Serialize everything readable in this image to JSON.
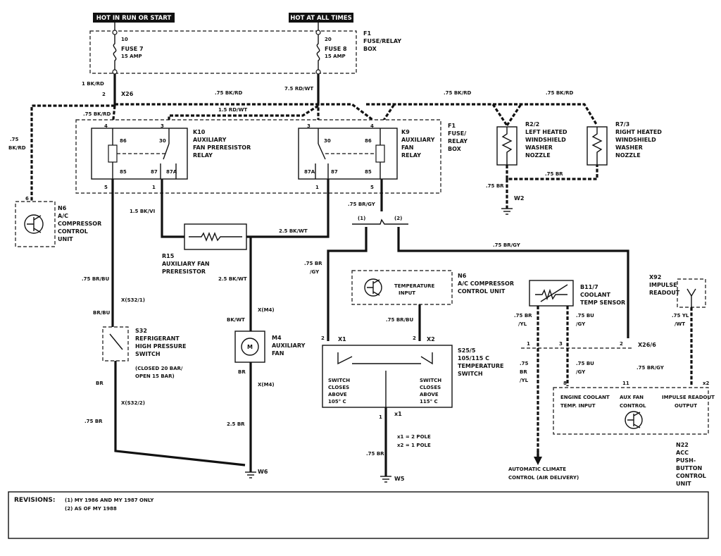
{
  "header": {
    "hot_run_start": "HOT IN RUN OR START",
    "hot_all_times": "HOT AT ALL TIMES"
  },
  "fuse_box_top": {
    "id": "F1",
    "name_1": "FUSE/RELAY",
    "name_2": "BOX",
    "fuse7_pin": "10",
    "fuse7_name": "FUSE 7",
    "fuse7_rating": "15 AMP",
    "fuse8_pin": "20",
    "fuse8_name": "FUSE 8",
    "fuse8_rating": "15 AMP"
  },
  "wires": {
    "w1": "1 BK/RD",
    "w2": ".75 BK/RD",
    "w3": "7.5 RD/WT",
    "w4": ".75 BK/RD",
    "w5": ".75 BK/RD",
    "w6": ".75 BK/RD",
    "w7": "1.5 RD/WT",
    "w8a": ".75",
    "w8b": "BK/RD",
    "w9": "1.5 BK/VI",
    "w10": "2.5 BK/WT",
    "w11": "2.5 BK/WT",
    "w12": ".75 BR/BU",
    "w13": "BR/BU",
    "w14": "BK/WT",
    "w15": "BR",
    "w16": "BR",
    "w17": ".75 BR",
    "w18": "2.5 BR",
    "w19": ".75 BR/GY",
    "w20": ".75 BR/GY",
    "w21a": ".75 BR",
    "w21b": "/GY",
    "w22": ".75 BR/BU",
    "w23": ".75 BR",
    "w24": ".75 BR",
    "w25": ".75 BR",
    "w26a": ".75 BR",
    "w26b": "/YL",
    "w27a": ".75 BU",
    "w27b": "/GY",
    "w28a": ".75",
    "w28b": "BR",
    "w28c": "/YL",
    "w29a": ".75 BU",
    "w29b": "/GY",
    "w30": ".75 BR/GY",
    "w31a": ".75 YL",
    "w31b": "/WT"
  },
  "connectors": {
    "x26": "X26",
    "x26_pin": "2",
    "x532_1": "X(S32/1)",
    "x532_2": "X(S32/2)",
    "xm4a": "X(M4)",
    "xm4b": "X(M4)",
    "x1": "X1",
    "x1_pin": "2",
    "x2": "X2",
    "x2_pin": "2",
    "x_1": "x1",
    "x_1_pin": "1",
    "x26_6": "X26/6",
    "x26_6_pin": "2",
    "pin1": "1",
    "pin3": "3",
    "pin11": "11",
    "pin8": "8",
    "pin_x2": "x2"
  },
  "k10": {
    "id": "K10",
    "name_1": "AUXILIARY",
    "name_2": "FAN PRERESISTOR",
    "name_3": "RELAY",
    "p86": "86",
    "p30": "30",
    "p85": "85",
    "p87": "87",
    "p87a": "87A",
    "t4": "4",
    "t3": "3",
    "t5": "5",
    "t1": "1"
  },
  "k9": {
    "id": "K9",
    "name_1": "AUXILIARY",
    "name_2": "FAN",
    "name_3": "RELAY",
    "p30": "30",
    "p86": "86",
    "p87a": "87A",
    "p87": "87",
    "p85": "85",
    "t3": "3",
    "t4": "4",
    "t1": "1",
    "t5": "5"
  },
  "fuse_box_mid": {
    "id": "F1",
    "name_1": "FUSE/",
    "name_2": "RELAY",
    "name_3": "BOX"
  },
  "r22": {
    "id": "R2/2",
    "name_1": "LEFT HEATED",
    "name_2": "WINDSHIELD",
    "name_3": "WASHER",
    "name_4": "NOZZLE"
  },
  "r23": {
    "id": "R7/3",
    "name_1": "RIGHT HEATED",
    "name_2": "WINDSHIELD",
    "name_3": "WASHER",
    "name_4": "NOZZLE"
  },
  "n6": {
    "pin": "6",
    "id": "N6",
    "name_1": "A/C",
    "name_2": "COMPRESSOR",
    "name_3": "CONTROL",
    "name_4": "UNIT"
  },
  "r15": {
    "id": "R15",
    "name_1": "AUXILIARY FAN",
    "name_2": "PRERESISTOR"
  },
  "s32": {
    "id": "S32",
    "name_1": "REFRIGERANT",
    "name_2": "HIGH PRESSURE",
    "name_3": "SWITCH",
    "name_4": "(CLOSED 20 BAR/",
    "name_5": "OPEN 15 BAR)"
  },
  "m4": {
    "id": "M4",
    "name_1": "AUXILIARY",
    "name_2": "FAN",
    "symbol": "M"
  },
  "n6b": {
    "id": "N6",
    "name_1": "A/C COMPRESSOR",
    "name_2": "CONTROL UNIT",
    "inner_1": "TEMPERATURE",
    "inner_2": "INPUT"
  },
  "s25": {
    "id": "S25/5",
    "name_1": "105/115 C",
    "name_2": "TEMPERATURE",
    "name_3": "SWITCH",
    "left_1": "SWITCH",
    "left_2": "CLOSES",
    "left_3": "ABOVE",
    "left_4": "105° C",
    "right_1": "SWITCH",
    "right_2": "CLOSES",
    "right_3": "ABOVE",
    "right_4": "115° C"
  },
  "b11": {
    "id": "B11/7",
    "name_1": "COOLANT",
    "name_2": "TEMP SENSOR"
  },
  "x92": {
    "id": "X92",
    "name_1": "IMPULSE",
    "name_2": "READOUT"
  },
  "n22": {
    "label_1": "ENGINE COOLANT",
    "label_2": "TEMP. INPUT",
    "label_3": "AUX FAN",
    "label_4": "CONTROL",
    "label_5": "IMPULSE READOUT",
    "label_6": "OUTPUT",
    "id": "N22",
    "name_1": "ACC",
    "name_2": "PUSH-",
    "name_3": "BUTTON",
    "name_4": "CONTROL",
    "name_5": "UNIT"
  },
  "notes": {
    "pole_1": "x1 = 2 POLE",
    "pole_2": "x2 = 1 POLE",
    "auto_1": "AUTOMATIC CLIMATE",
    "auto_2": "CONTROL (AIR DELIVERY)",
    "w2": "W2",
    "w5": "W5",
    "w6": "W6",
    "rev_1": "(1)",
    "rev_2": "(2)"
  },
  "revisions": {
    "title": "REVISIONS:",
    "line_1": "(1)  MY 1986 AND MY 1987 ONLY",
    "line_2": "(2)  AS OF MY 1988"
  }
}
